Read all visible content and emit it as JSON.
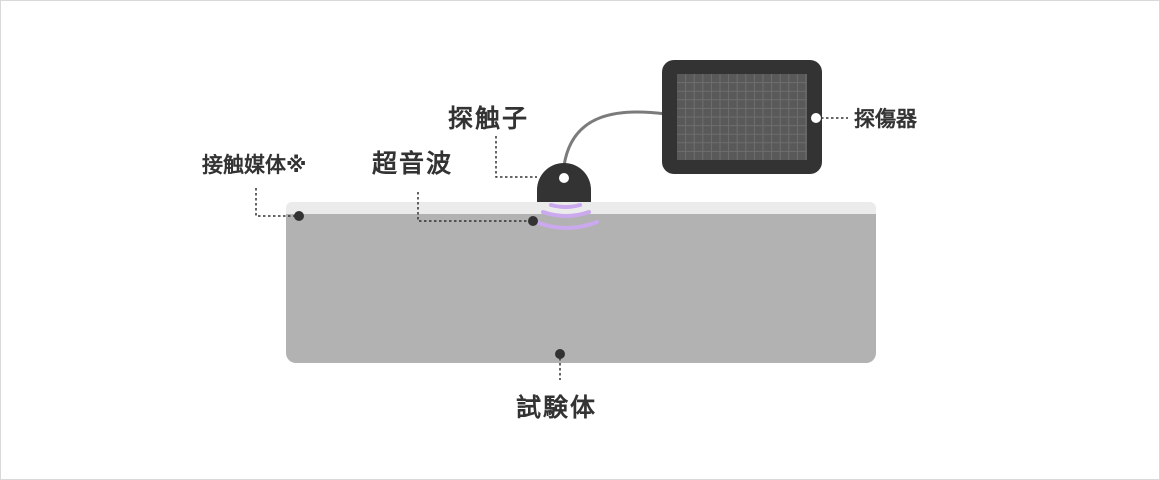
{
  "labels": {
    "couplant": "接触媒体※",
    "ultrasonic_wave": "超音波",
    "probe": "探触子",
    "flaw_detector": "探傷器",
    "test_specimen": "試験体"
  },
  "colors": {
    "specimen": "#b2b2b2",
    "couplant_layer": "#ebebeb",
    "device_body": "#333333",
    "device_screen": "#595959",
    "screen_grid": "#6e6e6e",
    "wave": "#caa9ee",
    "cable": "#7b7b7b",
    "leader_line": "#333333",
    "text": "#333333"
  }
}
